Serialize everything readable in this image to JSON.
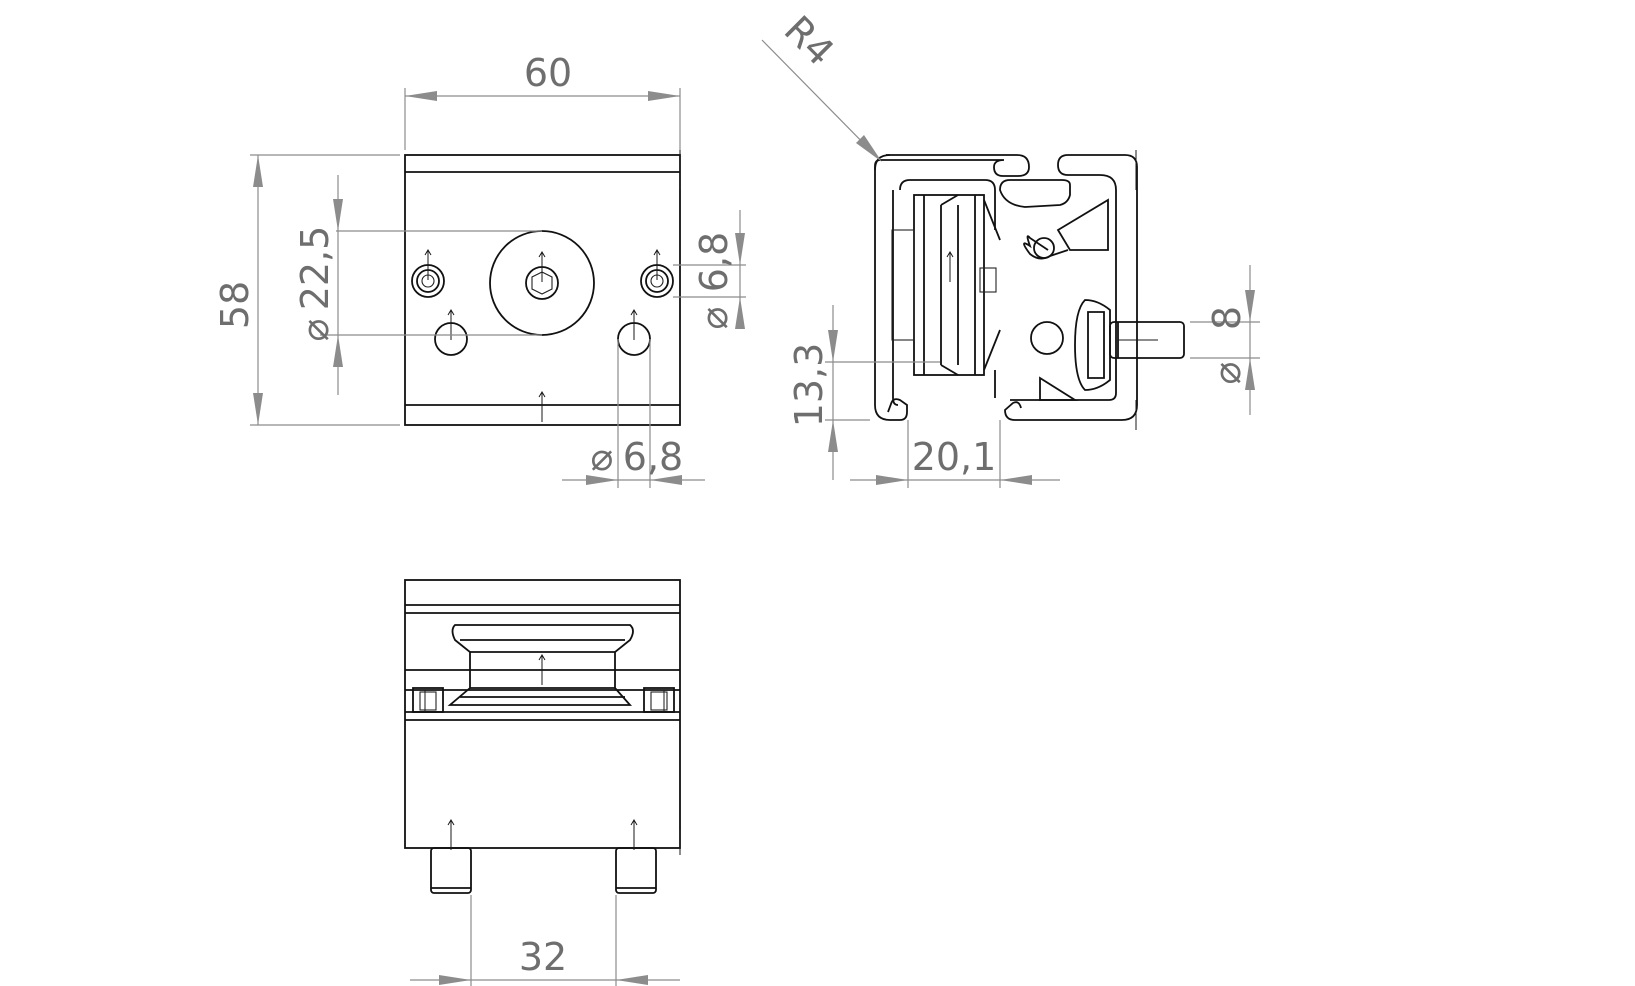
{
  "drawing": {
    "title": "",
    "dimensions": {
      "top_width": "60",
      "top_height": "58",
      "center_bore": "22,5",
      "upper_hole": "6,8",
      "lower_hole": "6,8",
      "profile_radius": "R4",
      "axle_diameter": "8",
      "wheel_height": "13,3",
      "wheel_offset": "20,1",
      "pin_spacing": "32"
    },
    "diameter_symbol": "⌀"
  }
}
